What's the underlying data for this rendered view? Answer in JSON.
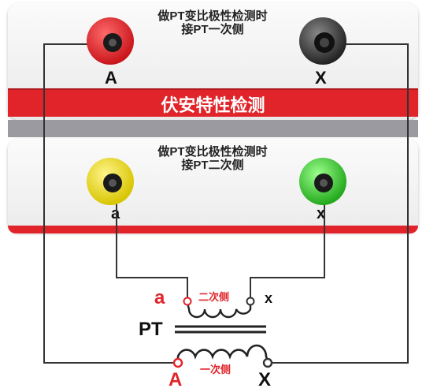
{
  "top_panel": {
    "note_line1": "做PT变比极性检测时",
    "note_line2": "接PT一次侧",
    "label_a": "A",
    "label_x": "X",
    "title": "伏安特性检测"
  },
  "bottom_panel": {
    "note_line1": "做PT变比极性检测时",
    "note_line2": "接PT二次侧",
    "label_a": "a",
    "label_x": "x"
  },
  "transformer": {
    "name": "PT",
    "secondary_label": "二次侧",
    "primary_label": "一次侧",
    "sec_a": "a",
    "sec_x": "x",
    "pri_a": "A",
    "pri_x": "X"
  },
  "colors": {
    "red": "#e0242a",
    "black_terminal": "#2b2b2b",
    "yellow_terminal": "#f2e21b",
    "green_terminal": "#3fcf3a",
    "wire": "#333333"
  }
}
